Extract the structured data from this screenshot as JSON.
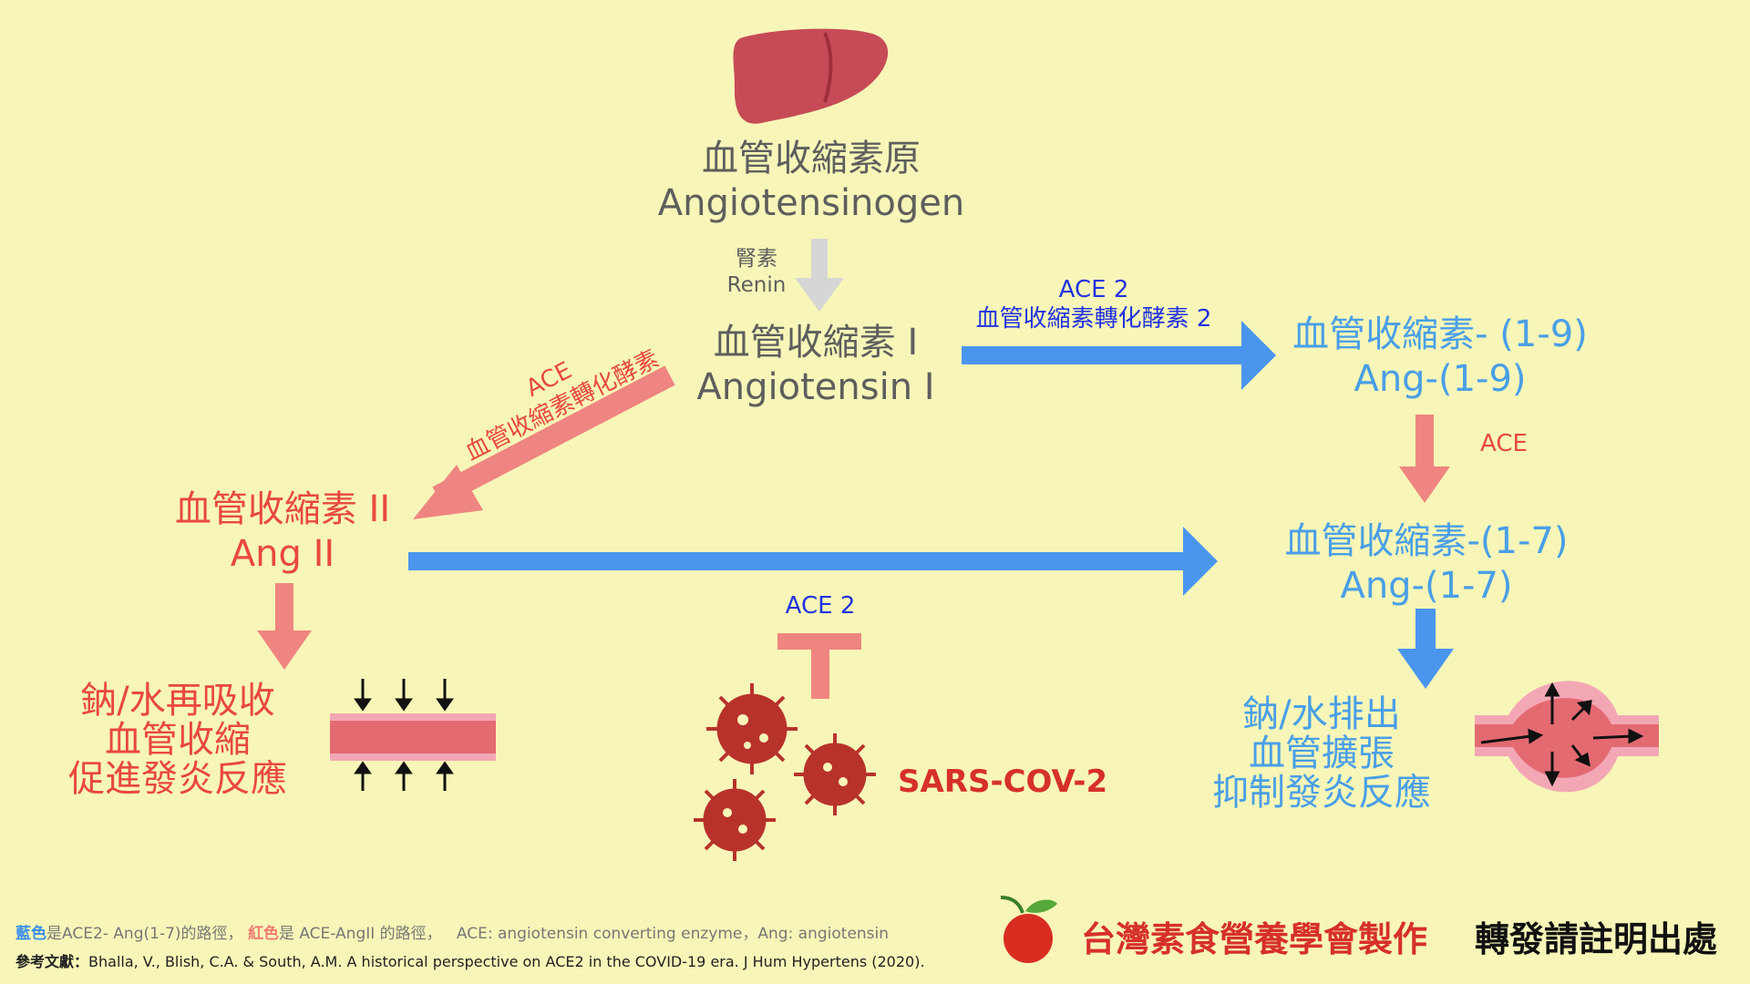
{
  "nodes": {
    "angiotensinogen": {
      "zh": "血管收縮素原",
      "en": "Angiotensinogen"
    },
    "ang1": {
      "zh": "血管收縮素 I",
      "en": "Angiotensin I"
    },
    "ang2": {
      "zh": "血管收縮素 II",
      "en": "Ang II"
    },
    "ang1_9": {
      "zh": "血管收縮素- (1-9)",
      "en": "Ang-(1-9)"
    },
    "ang1_7": {
      "zh": "血管收縮素-(1-7)",
      "en": "Ang-(1-7)"
    }
  },
  "enzymes": {
    "renin": {
      "zh": "腎素",
      "en": "Renin"
    },
    "ace_to_ang2": {
      "en": "ACE",
      "zh": "血管收縮素轉化酵素"
    },
    "ace2_to_ang1_9": {
      "en": "ACE 2",
      "zh": "血管收縮素轉化酵素 2"
    },
    "ace_to_ang1_7": "ACE",
    "ace2_block": "ACE 2"
  },
  "effects": {
    "red": [
      "鈉/水再吸收",
      "血管收縮",
      "促進發炎反應"
    ],
    "blue": [
      "鈉/水排出",
      "血管擴張",
      "抑制發炎反應"
    ]
  },
  "virus_label": "SARS-COV-2",
  "footer": {
    "legend_blue": "藍色",
    "legend_blue_rest": "是ACE2- Ang(1-7)的路徑，",
    "legend_red": "紅色",
    "legend_red_rest": "是 ACE-AngII 的路徑，",
    "legend_abbr": "ACE: angiotensin converting enzyme，Ang: angiotensin",
    "ref_label": "參考文獻：",
    "ref_text": "Bhalla, V., Blish, C.A. & South, A.M. A historical perspective on ACE2 in the COVID-19 era.  J Hum Hypertens  (2020).",
    "org": "台灣素食營養學會製作",
    "notice": "轉發請註明出處"
  },
  "colors": {
    "background": "#f7f6b8",
    "red_path": "#ef8580",
    "blue_path": "#4a95ee",
    "renin_arrow": "#d6d6d6",
    "liver": "#c64b56",
    "virus": "#b8322c"
  },
  "icons": [
    "liver-icon",
    "virus-icon",
    "narrow-vessel-icon",
    "dilated-vessel-icon",
    "org-logo-icon"
  ]
}
